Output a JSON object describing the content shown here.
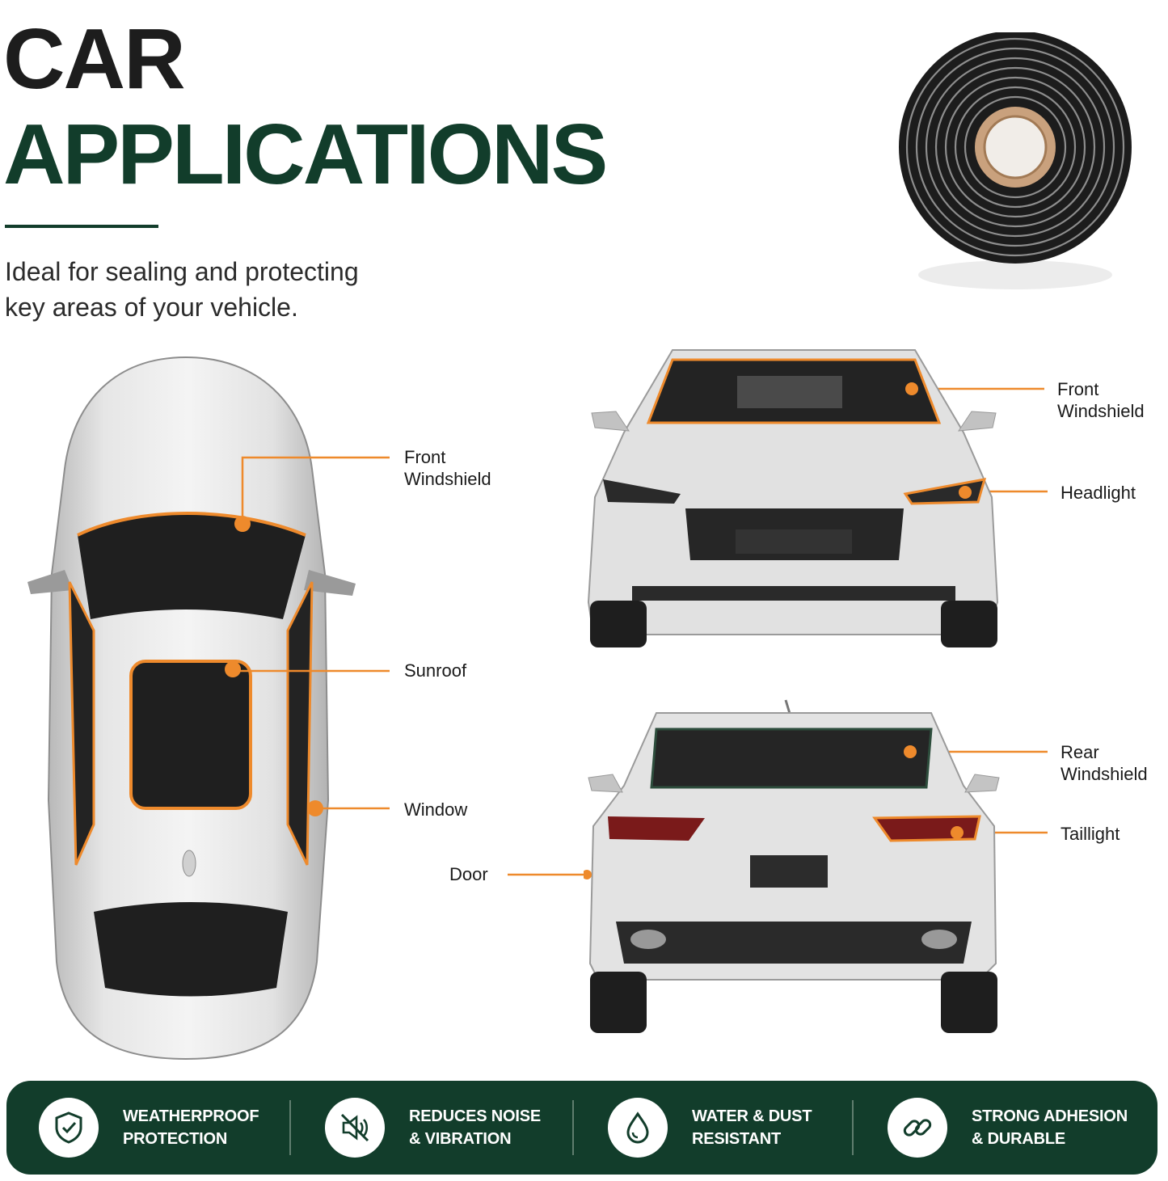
{
  "header": {
    "title_line1": "CAR",
    "title_line2": "APPLICATIONS",
    "subtitle": "Ideal for sealing and protecting\nkey areas of your vehicle."
  },
  "colors": {
    "brand_green": "#123d2b",
    "accent_orange": "#ee8a2c",
    "title_dark": "#1d1d1d"
  },
  "top_view": {
    "callouts": [
      {
        "label": "Front\nWindshield"
      },
      {
        "label": "Sunroof"
      },
      {
        "label": "Window"
      }
    ]
  },
  "front_view": {
    "callouts": [
      {
        "label": "Front\nWindshield"
      },
      {
        "label": "Headlight"
      }
    ]
  },
  "rear_view": {
    "callouts": [
      {
        "label": "Rear\nWindshield"
      },
      {
        "label": "Taillight"
      },
      {
        "label": "Door"
      }
    ]
  },
  "features": [
    {
      "icon": "shield-check-icon",
      "label": "WEATHERPROOF\nPROTECTION"
    },
    {
      "icon": "speaker-mute-icon",
      "label": "REDUCES NOISE\n& VIBRATION"
    },
    {
      "icon": "water-drop-icon",
      "label": "WATER & DUST\nRESISTANT"
    },
    {
      "icon": "chain-link-icon",
      "label": "STRONG ADHESION\n& DURABLE"
    }
  ]
}
